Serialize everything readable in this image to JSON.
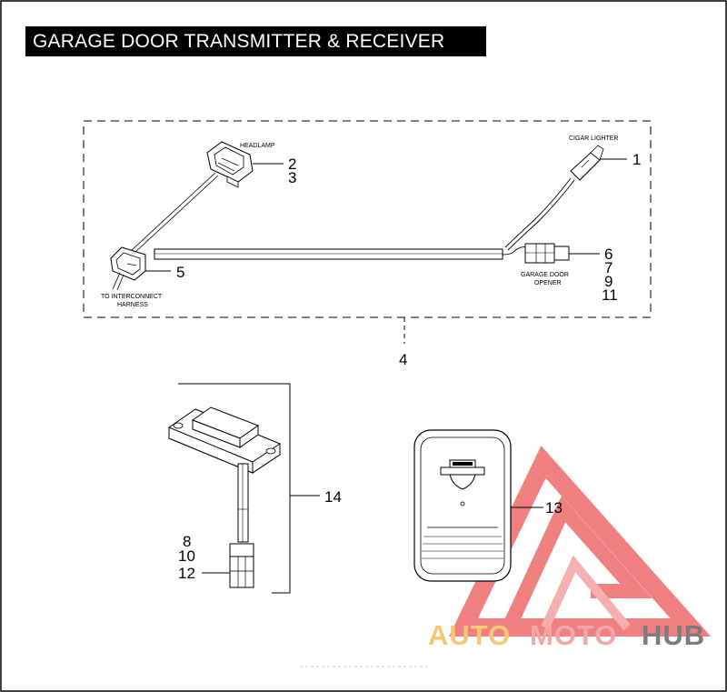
{
  "title": "GARAGE DOOR TRANSMITTER & RECEIVER",
  "labels": {
    "headlamp": "HEADLAMP",
    "cigar_lighter": "CIGAR LIGHTER",
    "garage_door_opener_1": "GARAGE DOOR",
    "garage_door_opener_2": "OPENER",
    "to_interconnect_1": "TO INTERCONNECT",
    "to_interconnect_2": "HARNESS"
  },
  "callouts": {
    "c1": "1",
    "c2": "2",
    "c3": "3",
    "c4": "4",
    "c5": "5",
    "c6": "6",
    "c7": "7",
    "c9": "9",
    "c11": "11",
    "c8": "8",
    "c10": "10",
    "c12": "12",
    "c13": "13",
    "c14": "14"
  },
  "watermark": {
    "part1": "AUTO",
    "part2": "MOTO",
    "part3": "HUB",
    "color_auto": "#f7c873",
    "color_moto": "#f2a6a6",
    "color_hub": "#7d7d7d",
    "color_triangle": "#ee6a6a"
  },
  "icons": {
    "logo": "bar-and-shield-logo-icon"
  }
}
